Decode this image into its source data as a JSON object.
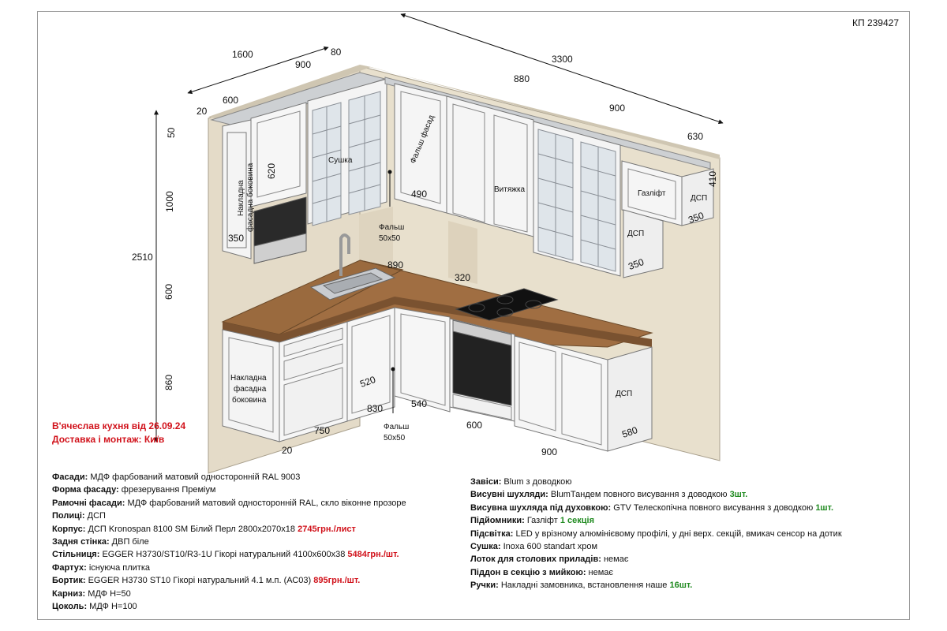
{
  "doc_code": "КП 239427",
  "customer": {
    "line1": "В'ячеслав кухня від 26.09.24",
    "line2": "Доставка і монтаж: Київ"
  },
  "dimensions": {
    "total_left": "1600",
    "d900_left": "900",
    "d80": "80",
    "d600_top": "600",
    "d20_top": "20",
    "total_right": "3300",
    "d880": "880",
    "d900_right": "900",
    "d630": "630",
    "h50": "50",
    "h1000": "1000",
    "h2510": "2510",
    "h600": "600",
    "h860": "860",
    "d620": "620",
    "d350_a": "350",
    "d490": "490",
    "d410": "410",
    "d350_b": "350",
    "d350_c": "350",
    "d890": "890",
    "d320": "320",
    "d520": "520",
    "d830": "830",
    "d750": "750",
    "d20_bot": "20",
    "d540": "540",
    "d600_bot": "600",
    "d900_bot": "900",
    "d580": "580"
  },
  "labels": {
    "overlay_side_top_1": "Накладна",
    "overlay_side_top_2": "фасадна боковина",
    "dryer": "Сушка",
    "false_facade": "Фальш фасад",
    "hood": "Витяжка",
    "gas_lift": "Газліфт",
    "dsp_1": "ДСП",
    "dsp_2": "ДСП",
    "dsp_3": "ДСП",
    "filler_top_1": "Фальш",
    "filler_top_2": "50х50",
    "filler_bot_1": "Фальш",
    "filler_bot_2": "50х50",
    "overlay_side_bot_1": "Накладна",
    "overlay_side_bot_2": "фасадна",
    "overlay_side_bot_3": "боковина"
  },
  "specs_left": [
    {
      "key": "Фасади:",
      "text": " МДФ фарбований матовий односторонній RAL 9003",
      "price": "",
      "price_color": ""
    },
    {
      "key": "Форма фасаду:",
      "text": " фрезерування Преміум",
      "price": "",
      "price_color": ""
    },
    {
      "key": "Рамочні фасади:",
      "text": " МДФ фарбований матовий односторонній RAL, скло віконне прозоре",
      "price": "",
      "price_color": ""
    },
    {
      "key": "Полиці:",
      "text": " ДСП",
      "price": "",
      "price_color": ""
    },
    {
      "key": "Корпус:",
      "text": " ДСП Kronospan 8100 SM Білий Перл 2800х2070х18 ",
      "price": "2745грн./лист",
      "price_color": "red"
    },
    {
      "key": "Задня стінка:",
      "text": " ДВП біле",
      "price": "",
      "price_color": ""
    },
    {
      "key": "Стільниця:",
      "text": " EGGER H3730/ST10/R3-1U Гікорі натуральний 4100х600х38 ",
      "price": "5484грн./шт.",
      "price_color": "red"
    },
    {
      "key": "Фартух:",
      "text": " існуюча плитка",
      "price": "",
      "price_color": ""
    },
    {
      "key": "Бортик:",
      "text": " EGGER H3730 ST10 Гікорі натуральний 4.1 м.п. (АС03) ",
      "price": "895грн./шт.",
      "price_color": "red"
    },
    {
      "key": "Карниз:",
      "text": " МДФ H=50",
      "price": "",
      "price_color": ""
    },
    {
      "key": "Цоколь:",
      "text": " МДФ H=100",
      "price": "",
      "price_color": ""
    }
  ],
  "specs_right": [
    {
      "key": "Завіси:",
      "text": " Blum з доводкою",
      "price": "",
      "price_color": ""
    },
    {
      "key": "Висувні шухляди:",
      "text": " BlumТандем повного висування з доводкою ",
      "price": "3шт.",
      "price_color": "green"
    },
    {
      "key": "Висувна шухляда під духовкою:",
      "text": " GTV Телескопічна повного висування з доводкою ",
      "price": "1шт.",
      "price_color": "green"
    },
    {
      "key": "Підйомники:",
      "text": " Газліфт ",
      "price": "1 секція",
      "price_color": "green"
    },
    {
      "key": "Підсвітка:",
      "text": " LED у врізному алюмінієвому профілі, у дні верх. секцій, вмикач сенсор на дотик",
      "price": "",
      "price_color": ""
    },
    {
      "key": "Сушка:",
      "text": " Inoxa 600 standart хром",
      "price": "",
      "price_color": ""
    },
    {
      "key": "Лоток для столових приладів:",
      "text": " немає",
      "price": "",
      "price_color": ""
    },
    {
      "key": "Піддон в секцію з мийкою:",
      "text": " немає",
      "price": "",
      "price_color": ""
    },
    {
      "key": "Ручки:",
      "text": " Накладні замовника, встановлення наше ",
      "price": "16шт.",
      "price_color": "green"
    }
  ],
  "colors": {
    "wall": "#e4dbc8",
    "wood": "#9a6a3e",
    "carcass": "#f4f4f4",
    "note_red": "#d1121b",
    "price_green": "#1f8a1f"
  }
}
